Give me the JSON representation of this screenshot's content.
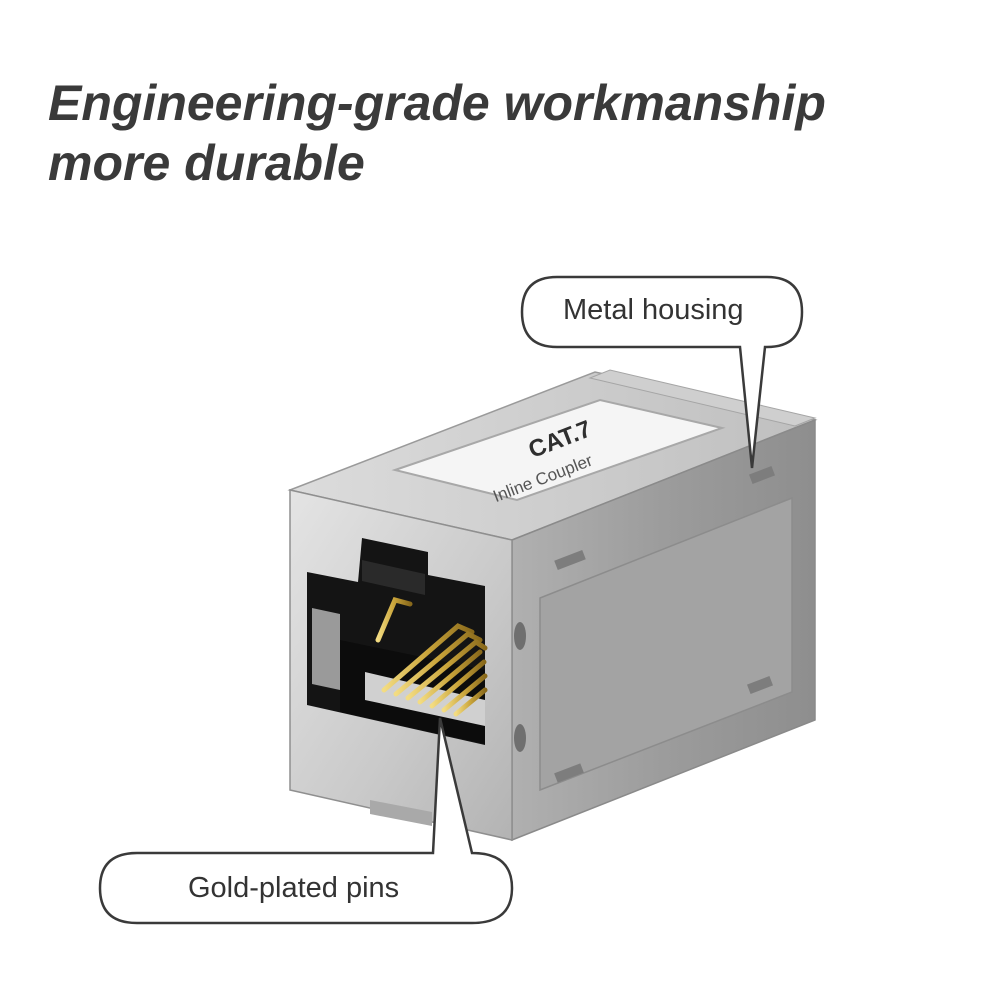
{
  "headline": {
    "line1": "Engineering-grade workmanship",
    "line2": "more durable"
  },
  "callouts": {
    "metal_housing": "Metal housing",
    "gold_pins": "Gold-plated pins"
  },
  "product_label": {
    "line1": "CAT.7",
    "line2": "Inline Coupler"
  },
  "colors": {
    "headline": "#3a3a3a",
    "metal": "#b9b9b9",
    "gold": "#c9a43a"
  }
}
